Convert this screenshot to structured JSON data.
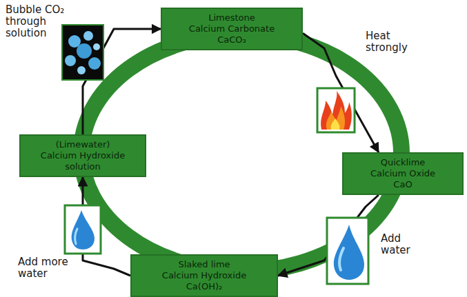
{
  "diagram": {
    "nodes": [
      {
        "text": [
          "Limestone",
          "Calcium Carbonate",
          "CaCO₃"
        ]
      },
      {
        "text": [
          "Quicklime",
          "Calcium Oxide",
          "CaO"
        ]
      },
      {
        "text": [
          "Slaked lime",
          "Calcium Hydroxide",
          "Ca(OH)₂"
        ]
      },
      {
        "text": [
          "(Limewater)",
          "Calcium Hydroxide",
          "solution"
        ]
      }
    ],
    "edges": [
      {
        "from": 0,
        "to": 1,
        "arrow": "to"
      },
      {
        "from": 1,
        "to": 2,
        "arrow": "to"
      },
      {
        "from": 2,
        "to": 3,
        "arrow": "to"
      },
      {
        "from": 3,
        "to": 0,
        "arrow": "to"
      }
    ],
    "labels": [
      "Bubble CO₂ through solution",
      "Heat strongly",
      "Add water",
      "Add more water"
    ]
  }
}
